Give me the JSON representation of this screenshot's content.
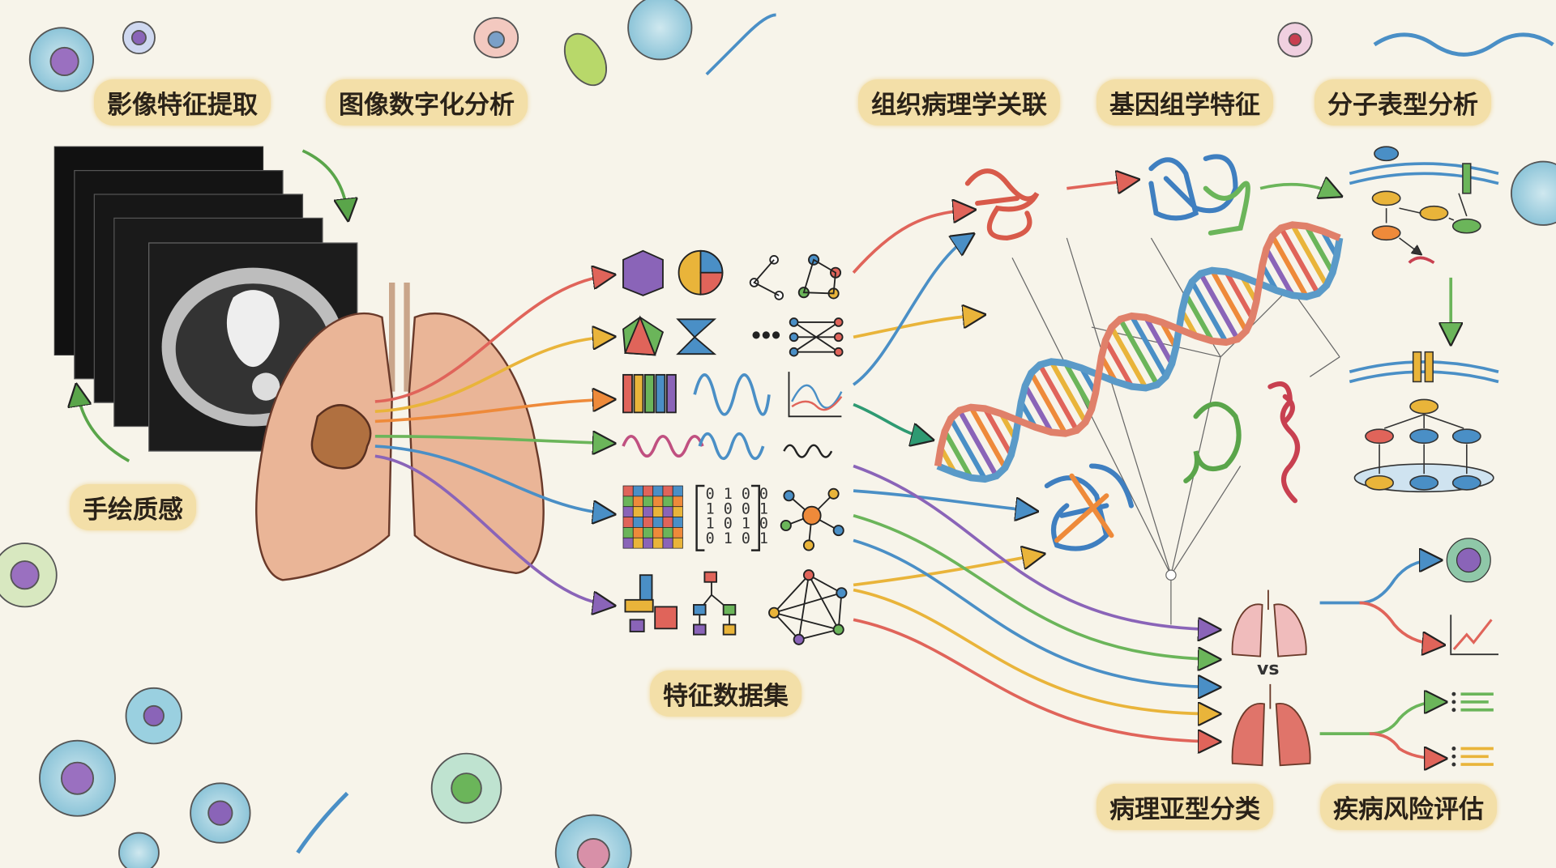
{
  "labels": {
    "imaging_feature_extraction": "影像特征提取",
    "image_digital_analysis": "图像数字化分析",
    "histopathology_correlation": "组织病理学关联",
    "genomic_features": "基因组学特征",
    "molecular_phenotype_analysis": "分子表型分析",
    "hand_drawn_texture": "手绘质感",
    "feature_dataset": "特征数据集",
    "pathology_subtype_classification": "病理亚型分类",
    "disease_risk_assessment": "疾病风险评估",
    "versus": "vs"
  },
  "binary_matrix": [
    "0 1 0 0",
    "1 0 0 1",
    "1 0 1 0",
    "0 1 0 1"
  ],
  "colors": {
    "red": "#e0645a",
    "yellow": "#e9b43a",
    "orange": "#ee8a3a",
    "green": "#6bb55a",
    "blue": "#4a8fc6",
    "purple": "#8a64b8",
    "label_bg": "#f3dfa8"
  }
}
